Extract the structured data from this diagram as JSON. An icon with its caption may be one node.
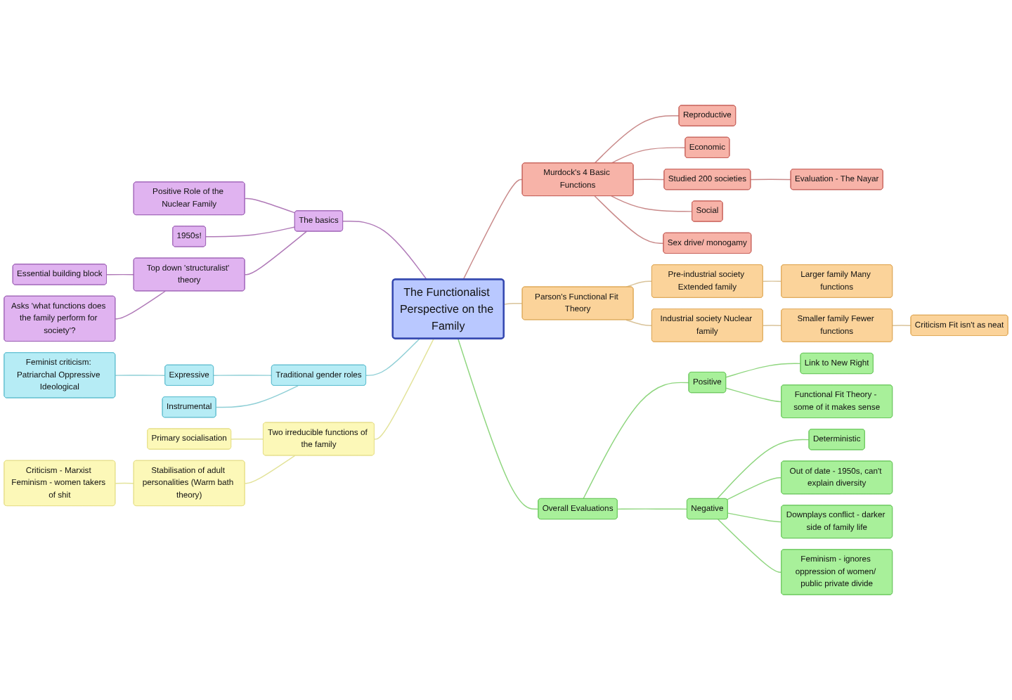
{
  "diagram": {
    "nodes": [
      {
        "text": [
          "The Functionalist Perspective on the Family"
        ]
      },
      {
        "text": [
          "The basics"
        ]
      },
      {
        "text": [
          "Top down 'structuralist' theory"
        ]
      },
      {
        "text": [
          "Essential building block"
        ]
      },
      {
        "text": [
          "Asks 'what functions does the family perform for society'?"
        ]
      },
      {
        "text": [
          "Positive Role of the Nuclear Family"
        ]
      },
      {
        "text": [
          "1950s!"
        ]
      },
      {
        "text": [
          "Traditional gender roles"
        ]
      },
      {
        "text": [
          "Expressive"
        ]
      },
      {
        "text": [
          "Instrumental"
        ]
      },
      {
        "text": [
          "Feminist criticism: Patriarchal Oppressive Ideological"
        ]
      },
      {
        "text": [
          "Murdock's 4 Basic Functions"
        ]
      },
      {
        "text": [
          "Reproductive"
        ]
      },
      {
        "text": [
          "Economic"
        ]
      },
      {
        "text": [
          "Studied 200 societies"
        ]
      },
      {
        "text": [
          "Evaluation - The Nayar"
        ]
      },
      {
        "text": [
          "Social"
        ]
      },
      {
        "text": [
          "Sex drive/ monogamy"
        ]
      },
      {
        "text": [
          "Two irreducible functions of the family"
        ]
      },
      {
        "text": [
          "Primary socialisation"
        ]
      },
      {
        "text": [
          "Stabilisation of adult personalities (Warm bath theory)"
        ]
      },
      {
        "text": [
          "Criticism - Marxist Feminism - women takers of shit"
        ]
      },
      {
        "text": [
          "Parson's Functional Fit Theory"
        ]
      },
      {
        "text": [
          "Pre-industrial society Extended family"
        ]
      },
      {
        "text": [
          "Larger family Many functions"
        ]
      },
      {
        "text": [
          "Industrial society Nuclear family"
        ]
      },
      {
        "text": [
          "Smaller family Fewer functions"
        ]
      },
      {
        "text": [
          "Criticism Fit isn't as neat"
        ]
      },
      {
        "text": [
          "Overall Evaluations"
        ]
      },
      {
        "text": [
          "Positive"
        ]
      },
      {
        "text": [
          "Link to New Right"
        ]
      },
      {
        "text": [
          "Functional Fit Theory - some of it makes sense"
        ]
      },
      {
        "text": [
          "Negative"
        ]
      },
      {
        "text": [
          "Deterministic"
        ]
      },
      {
        "text": [
          "Out of date - 1950s, can't explain diversity"
        ]
      },
      {
        "text": [
          "Downplays conflict - darker side of family life"
        ]
      },
      {
        "text": [
          "Feminism - ignores oppression of women/ public private divide"
        ]
      }
    ],
    "edges": [
      {
        "from": 1,
        "to": 0,
        "arrow": "none",
        "color": "#b07ab8"
      },
      {
        "from": 5,
        "to": 1,
        "arrow": "none",
        "color": "#b07ab8"
      },
      {
        "from": 6,
        "to": 1,
        "arrow": "none",
        "color": "#b07ab8"
      },
      {
        "from": 2,
        "to": 1,
        "arrow": "none",
        "color": "#b07ab8"
      },
      {
        "from": 3,
        "to": 2,
        "arrow": "none",
        "color": "#b07ab8"
      },
      {
        "from": 4,
        "to": 2,
        "arrow": "none",
        "color": "#b07ab8"
      },
      {
        "from": 7,
        "to": 0,
        "arrow": "none",
        "color": "#8fcfd6"
      },
      {
        "from": 8,
        "to": 7,
        "arrow": "none",
        "color": "#8fcfd6"
      },
      {
        "from": 9,
        "to": 7,
        "arrow": "none",
        "color": "#8fcfd6"
      },
      {
        "from": 10,
        "to": 8,
        "arrow": "none",
        "color": "#8fcfd6"
      },
      {
        "from": 0,
        "to": 11,
        "arrow": "none",
        "color": "#c98a8a"
      },
      {
        "from": 11,
        "to": 12,
        "arrow": "none",
        "color": "#c98a8a"
      },
      {
        "from": 11,
        "to": 13,
        "arrow": "none",
        "color": "#c98a8a"
      },
      {
        "from": 11,
        "to": 14,
        "arrow": "none",
        "color": "#c98a8a"
      },
      {
        "from": 14,
        "to": 15,
        "arrow": "none",
        "color": "#c98a8a"
      },
      {
        "from": 11,
        "to": 16,
        "arrow": "none",
        "color": "#c98a8a"
      },
      {
        "from": 11,
        "to": 17,
        "arrow": "none",
        "color": "#c98a8a"
      },
      {
        "from": 18,
        "to": 0,
        "arrow": "none",
        "color": "#e3e39a"
      },
      {
        "from": 19,
        "to": 18,
        "arrow": "none",
        "color": "#e3e39a"
      },
      {
        "from": 20,
        "to": 18,
        "arrow": "none",
        "color": "#e3e39a"
      },
      {
        "from": 21,
        "to": 20,
        "arrow": "none",
        "color": "#e3e39a"
      },
      {
        "from": 0,
        "to": 22,
        "arrow": "none",
        "color": "#d9c39a"
      },
      {
        "from": 22,
        "to": 23,
        "arrow": "none",
        "color": "#d9c39a"
      },
      {
        "from": 23,
        "to": 24,
        "arrow": "none",
        "color": "#d9c39a"
      },
      {
        "from": 22,
        "to": 25,
        "arrow": "none",
        "color": "#d9c39a"
      },
      {
        "from": 25,
        "to": 26,
        "arrow": "none",
        "color": "#d9c39a"
      },
      {
        "from": 26,
        "to": 27,
        "arrow": "none",
        "color": "#d9c39a"
      },
      {
        "from": 0,
        "to": 28,
        "arrow": "none"
      },
      {
        "from": 28,
        "to": 29,
        "arrow": "none"
      },
      {
        "from": 29,
        "to": 30,
        "arrow": "none"
      },
      {
        "from": 29,
        "to": 31,
        "arrow": "none"
      },
      {
        "from": 28,
        "to": 32,
        "arrow": "none"
      },
      {
        "from": 32,
        "to": 33,
        "arrow": "none"
      },
      {
        "from": 32,
        "to": 34,
        "arrow": "none"
      },
      {
        "from": 32,
        "to": 35,
        "arrow": "none"
      },
      {
        "from": 32,
        "to": 36,
        "arrow": "none"
      }
    ]
  }
}
